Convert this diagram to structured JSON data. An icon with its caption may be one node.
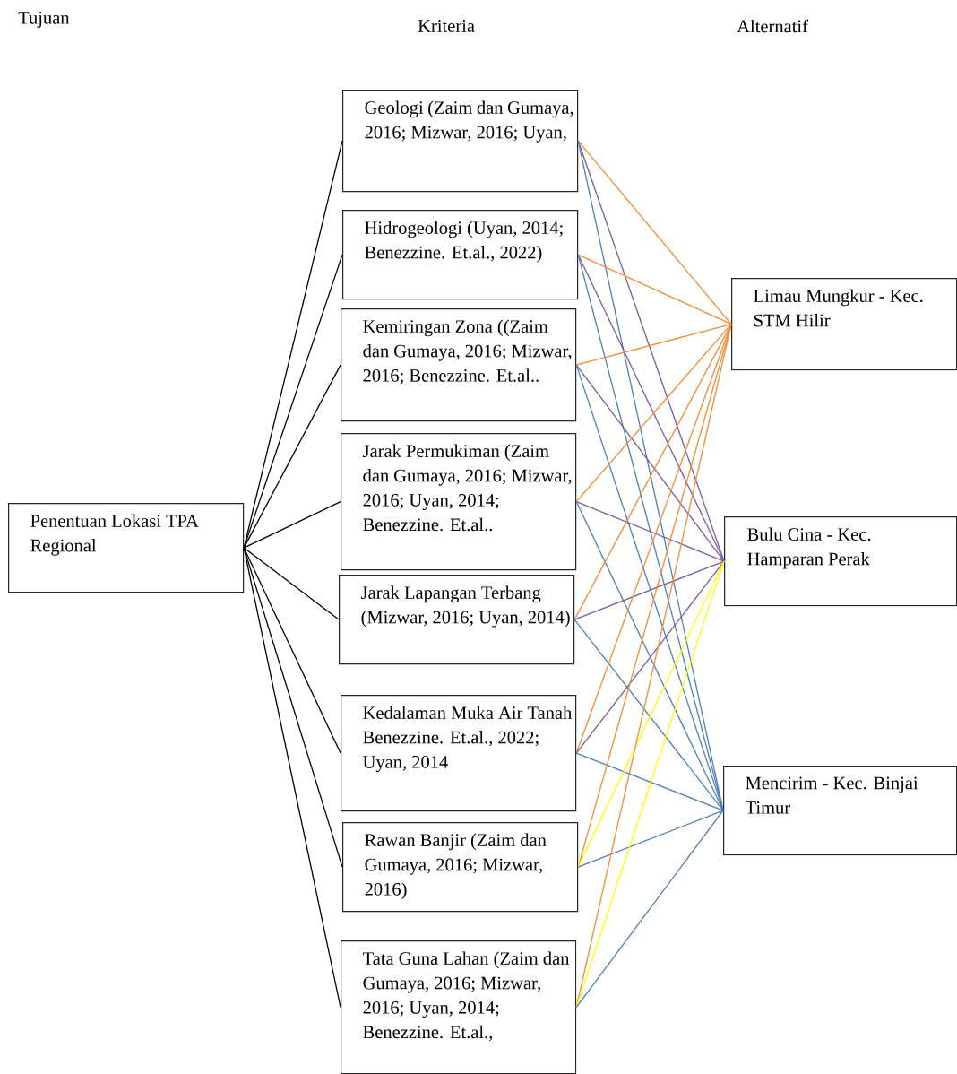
{
  "diagram": {
    "nodes": [
      {
        "text": [
          "Penentuan Lokasi TPA Regional"
        ]
      },
      {
        "text": [
          "Geologi (Zaim dan Gumaya, 2016; Mizwar, 2016; Uyan,"
        ]
      },
      {
        "text": [
          "Hidrogeologi (Uyan, 2014; Benezzine. Et.al., 2022)"
        ]
      },
      {
        "text": [
          "Kemiringan Zona ((Zaim dan Gumaya, 2016; Mizwar, 2016; Benezzine. Et.al.."
        ]
      },
      {
        "text": [
          "Jarak Permukiman (Zaim dan Gumaya, 2016; Mizwar, 2016; Uyan, 2014; Benezzine. Et.al.."
        ]
      },
      {
        "text": [
          "Jarak Lapangan Terbang (Mizwar, 2016; Uyan, 2014)"
        ]
      },
      {
        "text": [
          "Kedalaman Muka Air Tanah Benezzine. Et.al., 2022; Uyan, 2014"
        ]
      },
      {
        "text": [
          "Rawan Banjir (Zaim dan Gumaya, 2016; Mizwar, 2016)"
        ]
      },
      {
        "text": [
          "Tata Guna Lahan (Zaim dan Gumaya, 2016; Mizwar, 2016; Uyan, 2014; Benezzine. Et.al.,"
        ]
      },
      {
        "text": [
          "Limau Mungkur - Kec. STM Hilir"
        ]
      },
      {
        "text": [
          "Bulu Cina - Kec. Hamparan Perak"
        ]
      },
      {
        "text": [
          "Mencirim - Kec. Binjai Timur"
        ]
      }
    ],
    "edges": [
      {
        "from": 0,
        "to": 1,
        "arrow": "none"
      },
      {
        "from": 0,
        "to": 2,
        "arrow": "none"
      },
      {
        "from": 0,
        "to": 3,
        "arrow": "none"
      },
      {
        "from": 0,
        "to": 4,
        "arrow": "none"
      },
      {
        "from": 0,
        "to": 5,
        "arrow": "none"
      },
      {
        "from": 0,
        "to": 6,
        "arrow": "none"
      },
      {
        "from": 0,
        "to": 7,
        "arrow": "none"
      },
      {
        "from": 0,
        "to": 8,
        "arrow": "none"
      },
      {
        "from": 1,
        "to": 9,
        "arrow": "none",
        "color": "#f58a34"
      },
      {
        "from": 1,
        "to": 10,
        "arrow": "none",
        "color": "#7a58a4"
      },
      {
        "from": 1,
        "to": 11,
        "arrow": "none",
        "color": "#4a7ebb"
      },
      {
        "from": 2,
        "to": 9,
        "arrow": "none",
        "color": "#f58a34"
      },
      {
        "from": 2,
        "to": 10,
        "arrow": "none",
        "color": "#7a58a4"
      },
      {
        "from": 2,
        "to": 11,
        "arrow": "none",
        "color": "#4a7ebb"
      },
      {
        "from": 3,
        "to": 9,
        "arrow": "none",
        "color": "#f58a34"
      },
      {
        "from": 3,
        "to": 10,
        "arrow": "none",
        "color": "#7a58a4"
      },
      {
        "from": 3,
        "to": 11,
        "arrow": "none",
        "color": "#4a7ebb"
      },
      {
        "from": 4,
        "to": 9,
        "arrow": "none",
        "color": "#f58a34"
      },
      {
        "from": 4,
        "to": 10,
        "arrow": "none",
        "color": "#7a58a4"
      },
      {
        "from": 4,
        "to": 11,
        "arrow": "none",
        "color": "#4a7ebb"
      },
      {
        "from": 5,
        "to": 9,
        "arrow": "none",
        "color": "#f58a34"
      },
      {
        "from": 5,
        "to": 10,
        "arrow": "none",
        "color": "#7a58a4"
      },
      {
        "from": 5,
        "to": 11,
        "arrow": "none",
        "color": "#4a7ebb"
      },
      {
        "from": 6,
        "to": 9,
        "arrow": "none",
        "color": "#f58a34"
      },
      {
        "from": 6,
        "to": 10,
        "arrow": "none",
        "color": "#7a58a4"
      },
      {
        "from": 6,
        "to": 11,
        "arrow": "none",
        "color": "#4a7ebb"
      },
      {
        "from": 7,
        "to": 9,
        "arrow": "none",
        "color": "#f58a34"
      },
      {
        "from": 7,
        "to": 10,
        "arrow": "none",
        "color": "#ffff00"
      },
      {
        "from": 7,
        "to": 11,
        "arrow": "none",
        "color": "#4a7ebb"
      },
      {
        "from": 8,
        "to": 9,
        "arrow": "none",
        "color": "#f58a34"
      },
      {
        "from": 8,
        "to": 10,
        "arrow": "none",
        "color": "#ffff00"
      },
      {
        "from": 8,
        "to": 11,
        "arrow": "none",
        "color": "#4a7ebb"
      }
    ],
    "labels": [
      "Tujuan",
      "Kriteria",
      "Alternatif"
    ]
  }
}
